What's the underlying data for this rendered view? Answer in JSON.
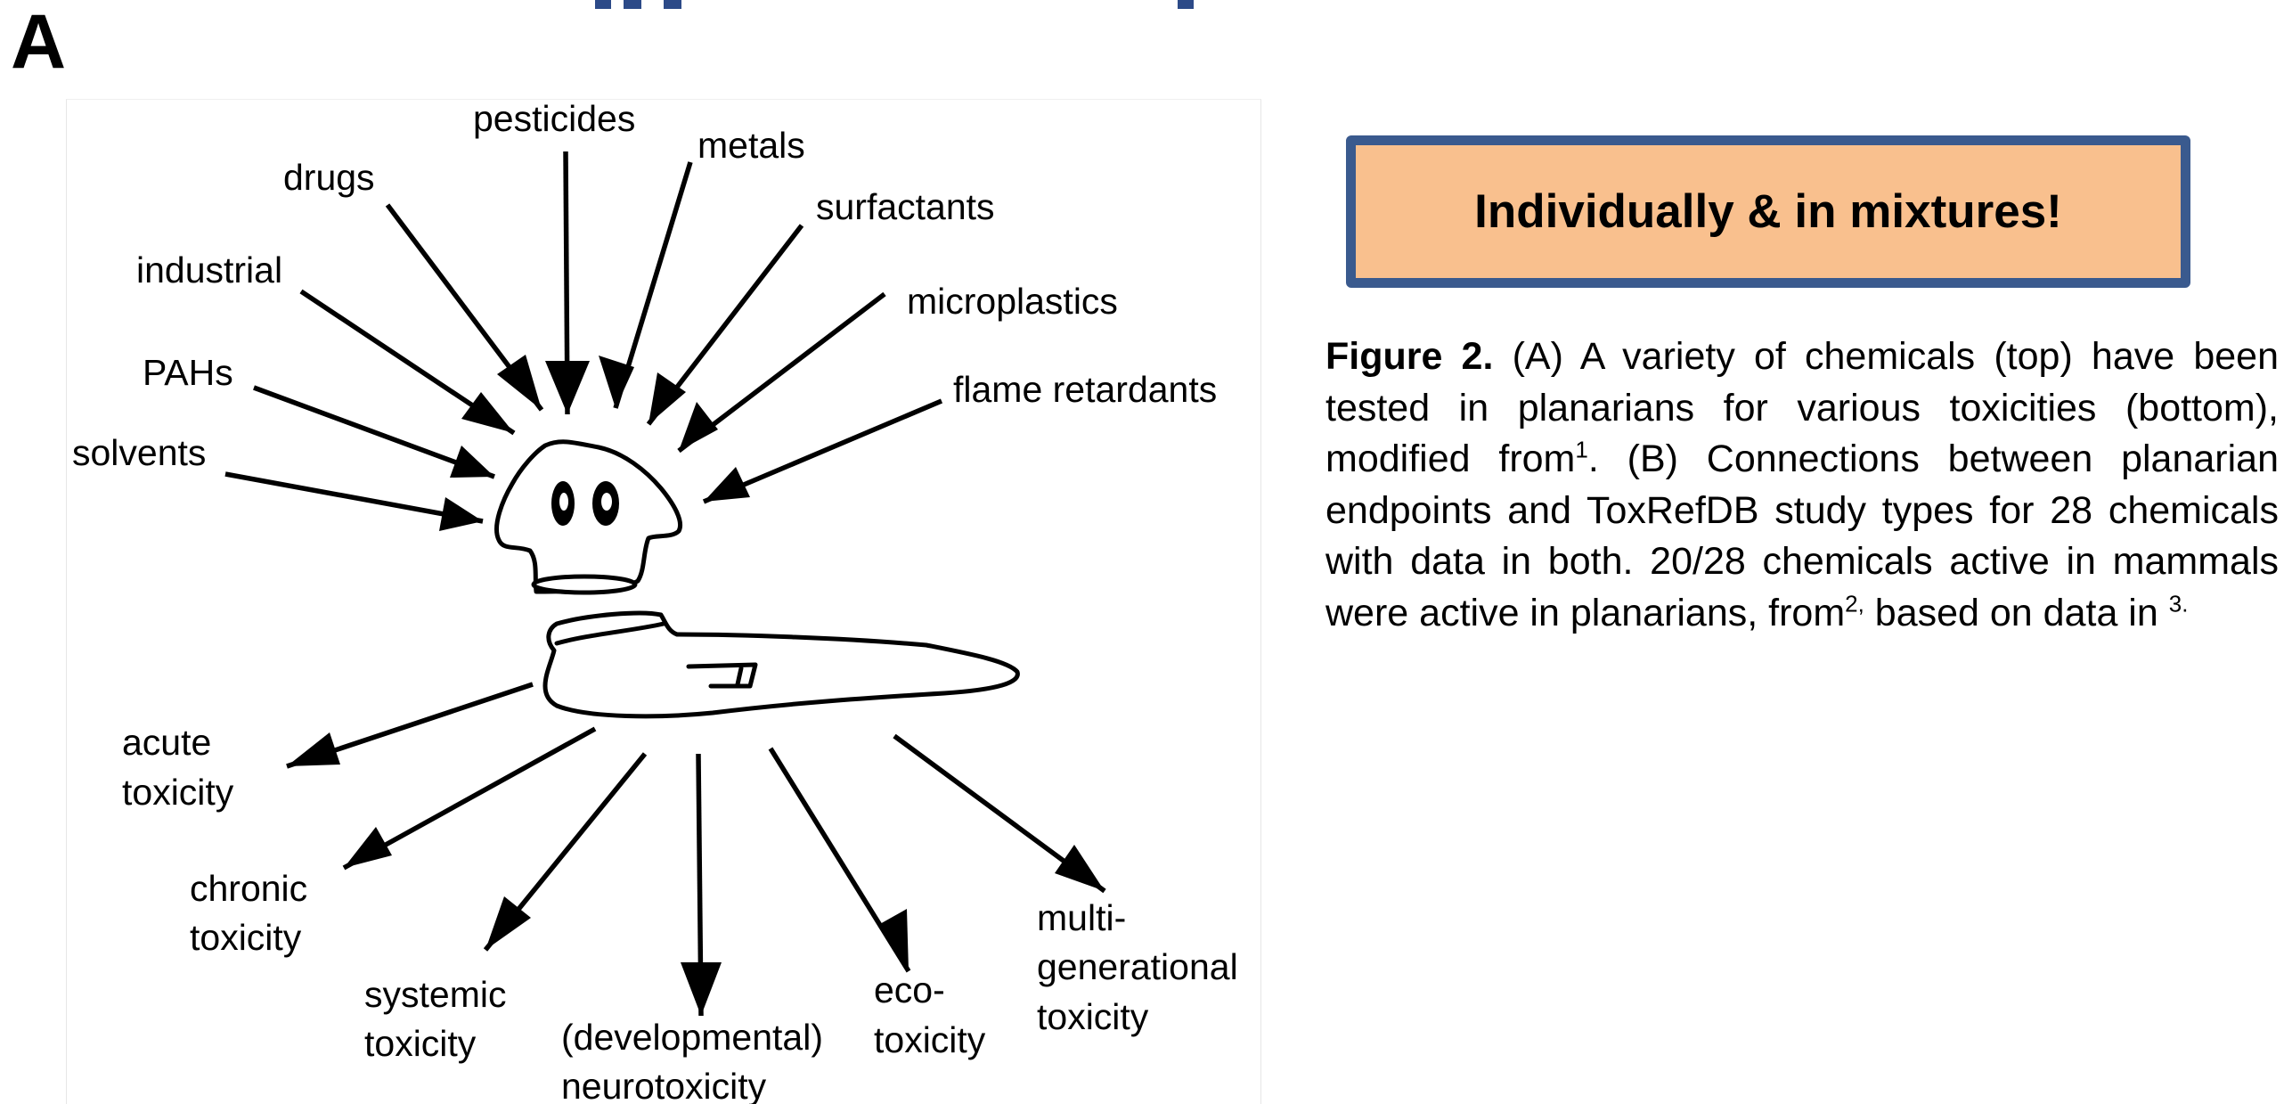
{
  "panel_label": "A",
  "diagram": {
    "chemicals": [
      {
        "id": "pesticides",
        "label": "pesticides"
      },
      {
        "id": "metals",
        "label": "metals"
      },
      {
        "id": "drugs",
        "label": "drugs"
      },
      {
        "id": "surfactants",
        "label": "surfactants"
      },
      {
        "id": "industrial",
        "label": "industrial"
      },
      {
        "id": "microplastics",
        "label": "microplastics"
      },
      {
        "id": "pahs",
        "label": "PAHs"
      },
      {
        "id": "flame-retardants",
        "label": "flame retardants"
      },
      {
        "id": "solvents",
        "label": "solvents"
      }
    ],
    "toxicities": [
      {
        "id": "acute",
        "lines": [
          "acute",
          "toxicity"
        ]
      },
      {
        "id": "chronic",
        "lines": [
          "chronic",
          "toxicity"
        ]
      },
      {
        "id": "systemic",
        "lines": [
          "systemic",
          "toxicity"
        ]
      },
      {
        "id": "neuro",
        "lines": [
          "(developmental)",
          "neurotoxicity"
        ]
      },
      {
        "id": "eco",
        "lines": [
          "eco-",
          "toxicity"
        ]
      },
      {
        "id": "multigen",
        "lines": [
          "multi-",
          "generational",
          "toxicity"
        ]
      }
    ]
  },
  "callout": {
    "text": "Individually & in mixtures!",
    "fill_color": "#f9c08e",
    "border_color": "#3a5a8e"
  },
  "caption": {
    "bold_label": "Figure 2.",
    "text_1": " (A) A variety of chemicals (top) have been tested in planarians for various toxicities (bottom), modified from",
    "ref_1": "1",
    "text_2": ". (B) Connections between planarian endpoints and ToxRefDB study types for 28 chemicals with data in both. 20/28 chemicals active in mammals were active in planarians, from",
    "ref_2": "2,",
    "text_3": " based on data in ",
    "ref_3": "3."
  },
  "colors": {
    "header_bar": "#2c4a88"
  }
}
